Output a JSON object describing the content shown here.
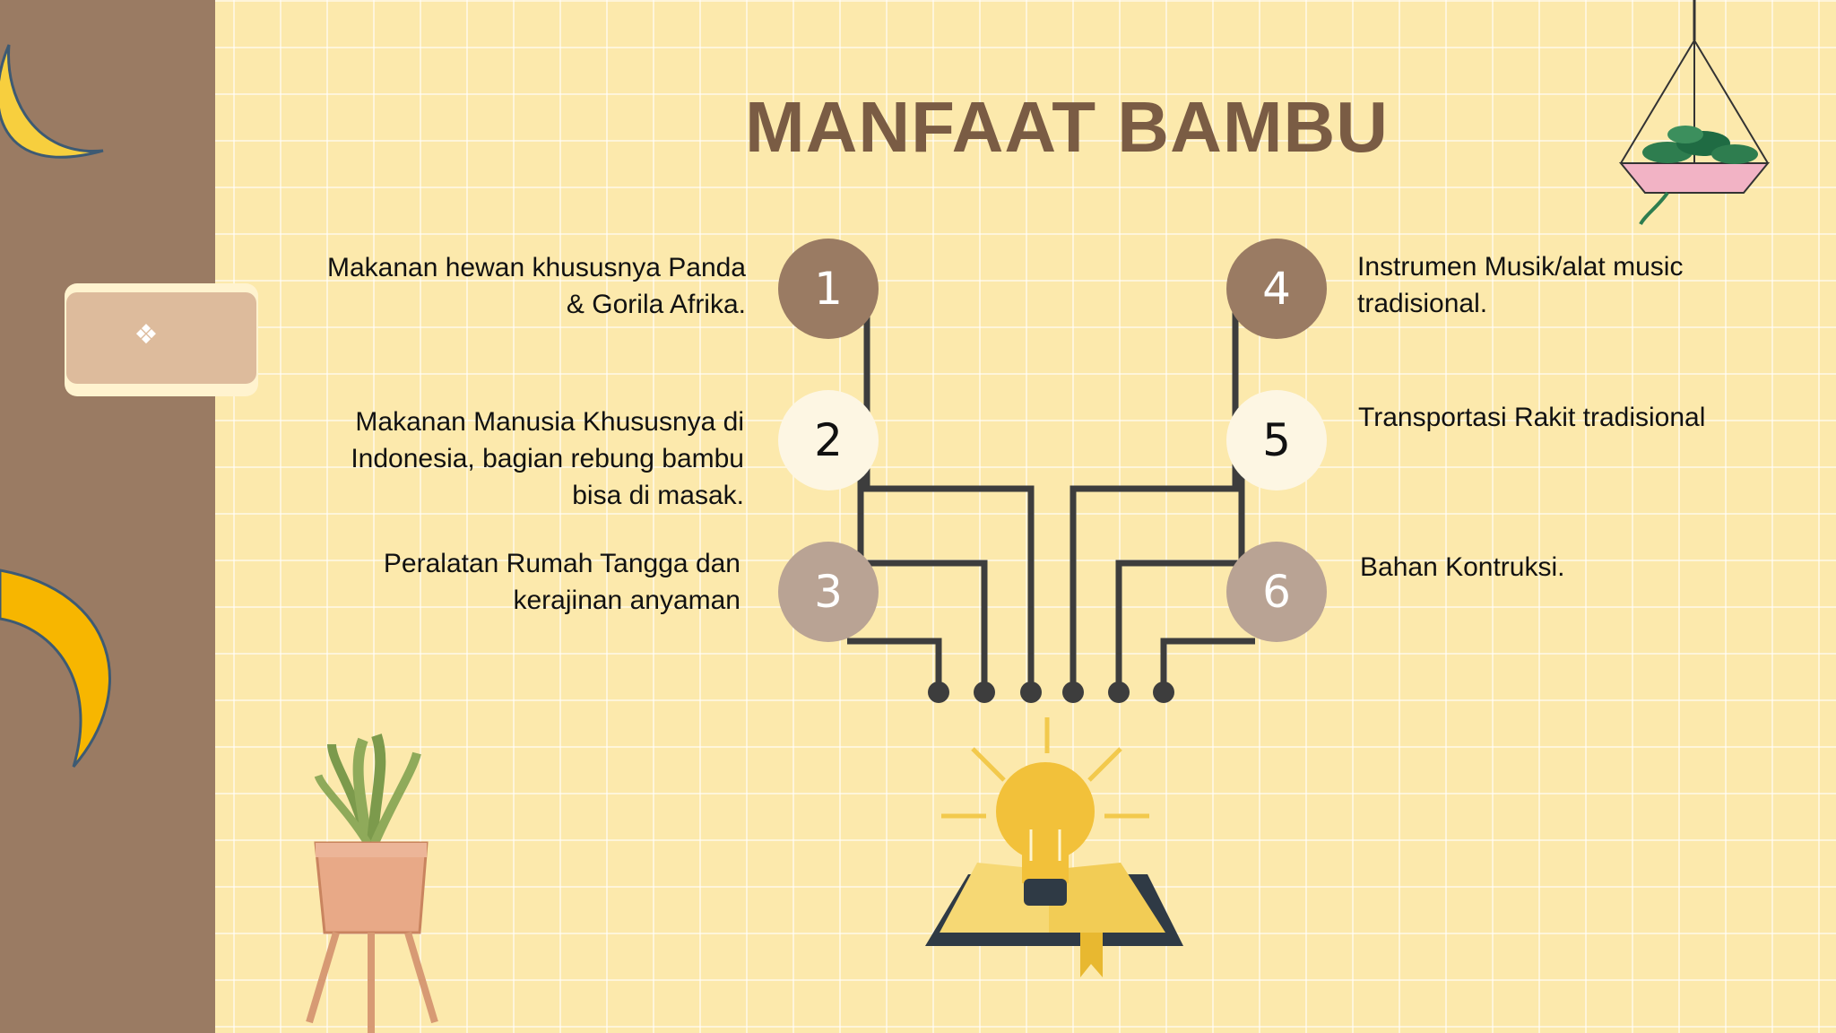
{
  "slide": {
    "title": "MANFAAT BAMBU"
  },
  "sidebar": {
    "tab_icon": "four-diamond-icon"
  },
  "items": [
    {
      "number": "1",
      "text": "Makanan  hewan khususnya Panda & Gorila Afrika."
    },
    {
      "number": "2",
      "text": "Makanan Manusia  Khususnya di Indonesia, bagian rebung bambu bisa di masak."
    },
    {
      "number": "3",
      "text": "Peralatan Rumah Tangga dan kerajinan anyaman"
    },
    {
      "number": "4",
      "text": "Instrumen Musik/alat music tradisional."
    },
    {
      "number": "5",
      "text": "Transportasi Rakit tradisional"
    },
    {
      "number": "6",
      "text": "Bahan Kontruksi."
    }
  ],
  "colors": {
    "background": "#fce9ac",
    "sidebar": "#9a7b63",
    "title": "#7a5c44",
    "circle_dark": "#9a7b63",
    "circle_light": "#fdf6e3",
    "circle_mid": "#b9a394",
    "wire": "#3d3d3d"
  }
}
